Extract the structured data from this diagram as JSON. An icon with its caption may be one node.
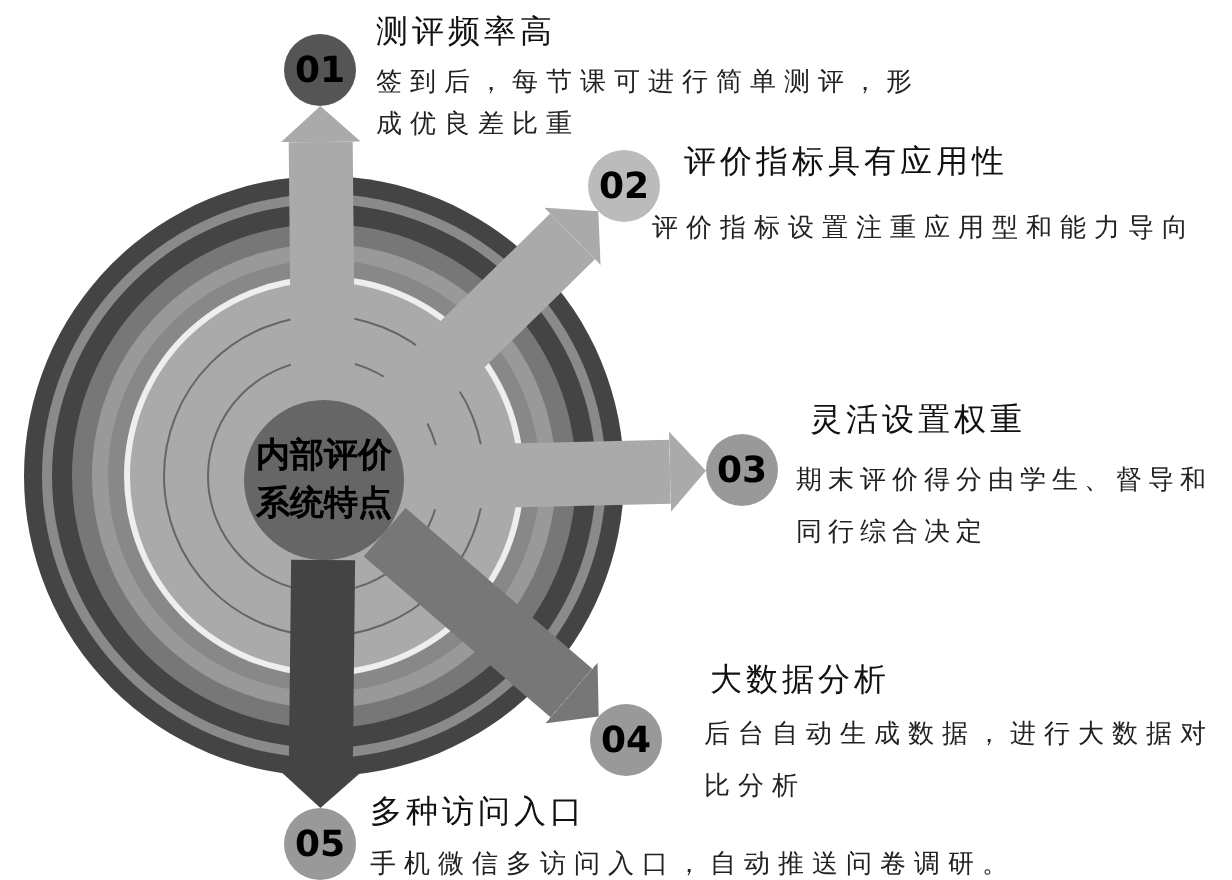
{
  "diagram": {
    "nodes": [
      {
        "text": [
          "内部评价系统特点"
        ]
      },
      {
        "text": [
          "01"
        ],
        "beside": [
          "测评频率高",
          "签到后，每节课可进行简单测评，形成优良差比重"
        ]
      },
      {
        "text": [
          "02"
        ],
        "beside": [
          "评价指标具有应用性",
          "评价指标设置注重应用型和能力导向"
        ]
      },
      {
        "text": [
          "03"
        ],
        "beside": [
          "灵活设置权重",
          "期末评价得分由学生、督导和同行综合决定"
        ]
      },
      {
        "text": [
          "04"
        ],
        "beside": [
          "大数据分析",
          "后台自动生成数据，进行大数据对比分析"
        ]
      },
      {
        "text": [
          "05"
        ],
        "beside": [
          "多种访问入口",
          "手机微信多访问入口，自动推送问卷调研。"
        ]
      }
    ],
    "edges": [
      {
        "from": 0,
        "to": 1,
        "arrow": "to"
      },
      {
        "from": 0,
        "to": 2,
        "arrow": "to"
      },
      {
        "from": 0,
        "to": 3,
        "arrow": "to"
      },
      {
        "from": 0,
        "to": 4,
        "arrow": "to",
        "color": "#777777"
      },
      {
        "from": 0,
        "to": 5,
        "arrow": "to",
        "color": "#444444"
      }
    ]
  }
}
